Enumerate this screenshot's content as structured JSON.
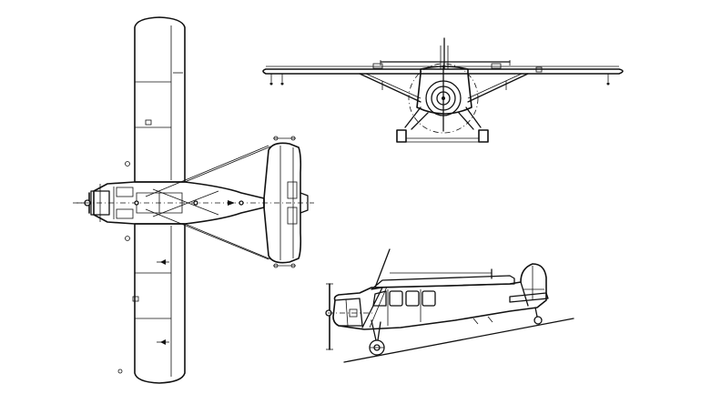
{
  "drawing": {
    "views": [
      "top-view",
      "front-view",
      "side-view"
    ],
    "line_color": "#111111",
    "background_color": "#ffffff"
  }
}
